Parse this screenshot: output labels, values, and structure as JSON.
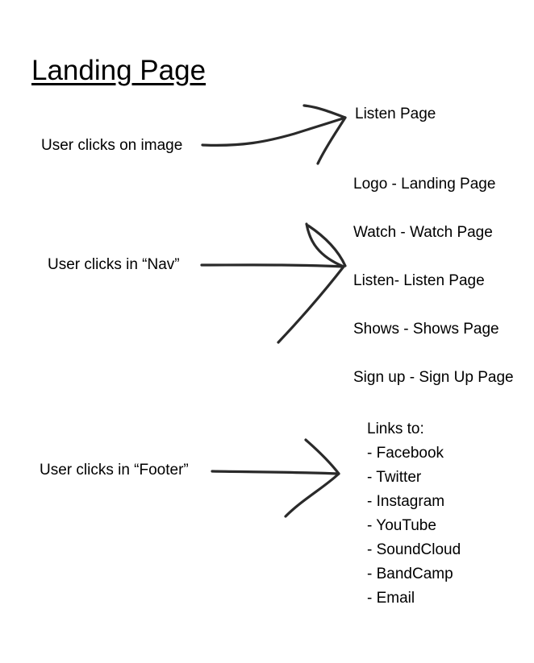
{
  "title": "Landing Page",
  "flows": [
    {
      "trigger": "User clicks on image",
      "destinations": [
        "Listen Page"
      ]
    },
    {
      "trigger": "User clicks in “Nav”",
      "destinations": [
        "Logo - Landing Page",
        "Watch - Watch Page",
        "Listen- Listen Page",
        "Shows - Shows Page",
        "Sign up - Sign Up Page"
      ]
    },
    {
      "trigger": "User clicks in “Footer”",
      "heading": "Links to:",
      "destinations": [
        "- Facebook",
        "- Twitter",
        "- Instagram",
        "- YouTube",
        "- SoundCloud",
        "- BandCamp",
        "- Email"
      ]
    }
  ]
}
